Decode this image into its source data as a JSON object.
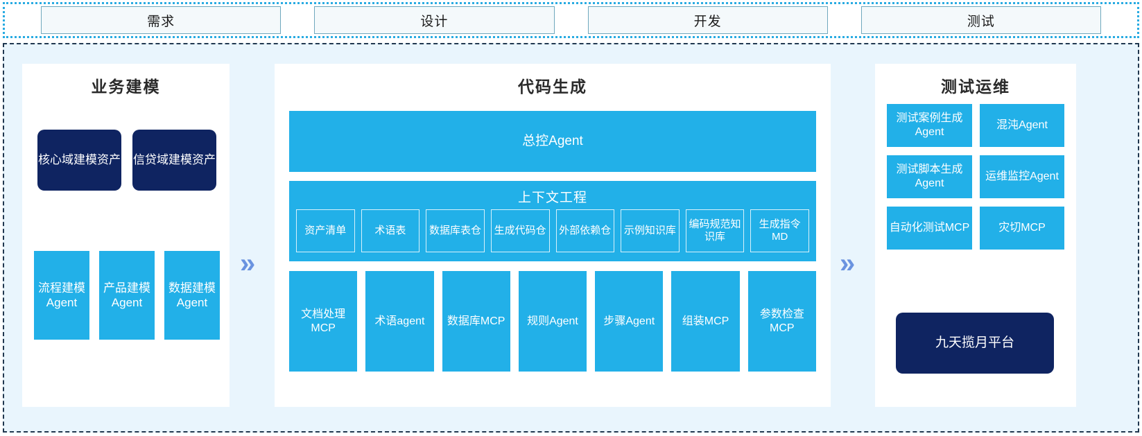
{
  "phases": {
    "items": [
      {
        "label": "需求"
      },
      {
        "label": "设计"
      },
      {
        "label": "开发"
      },
      {
        "label": "测试"
      }
    ]
  },
  "separators": {
    "chevron_glyph": "»",
    "chevron_color": "#6a93e0"
  },
  "colors": {
    "navy": "#0f2461",
    "cyan": "#22b0e8",
    "canvas_bg": "#e9f5fd",
    "phase_bg": "#f4f9fb",
    "phase_border": "#6fa8bd",
    "canvas_border": "#20374f",
    "strip_border": "#29abe2"
  },
  "panels": {
    "left": {
      "title": "业务建模",
      "assets": [
        {
          "label": "核心域建模资产"
        },
        {
          "label": "信贷域建模资产"
        }
      ],
      "agents": [
        {
          "label": "流程建模Agent"
        },
        {
          "label": "产品建模Agent"
        },
        {
          "label": "数据建模Agent"
        }
      ]
    },
    "center": {
      "title": "代码生成",
      "master_agent": "总控Agent",
      "context": {
        "title": "上下文工程",
        "items": [
          {
            "label": "资产清单"
          },
          {
            "label": "术语表"
          },
          {
            "label": "数据库表仓"
          },
          {
            "label": "生成代码仓"
          },
          {
            "label": "外部依赖仓"
          },
          {
            "label": "示例知识库"
          },
          {
            "label": "编码规范知识库"
          },
          {
            "label": "生成指令MD"
          }
        ]
      },
      "tools": [
        {
          "label": "文档处理MCP"
        },
        {
          "label": "术语agent"
        },
        {
          "label": "数据库MCP"
        },
        {
          "label": "规则Agent"
        },
        {
          "label": "步骤Agent"
        },
        {
          "label": "组装MCP"
        },
        {
          "label": "参数检查MCP"
        }
      ]
    },
    "right": {
      "title": "测试运维",
      "items": [
        {
          "label": "测试案例生成Agent"
        },
        {
          "label": "混沌Agent"
        },
        {
          "label": "测试脚本生成Agent"
        },
        {
          "label": "运维监控Agent"
        },
        {
          "label": "自动化测试MCP"
        },
        {
          "label": "灾切MCP"
        }
      ],
      "platform": "九天揽月平台"
    }
  }
}
